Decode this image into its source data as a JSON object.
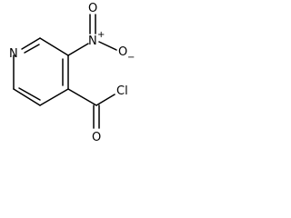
{
  "molecule": {
    "atoms": {
      "ring_nitrogen": "N",
      "nitro_nitrogen": "N",
      "nitro_nitrogen_charge": "+",
      "nitro_oxygen_double": "O",
      "nitro_oxygen_single": "O",
      "nitro_oxygen_single_charge": "−",
      "carbonyl_oxygen": "O",
      "chlorine": "Cl"
    }
  },
  "colors": {
    "ink": "#000000",
    "background": "#ffffff"
  }
}
